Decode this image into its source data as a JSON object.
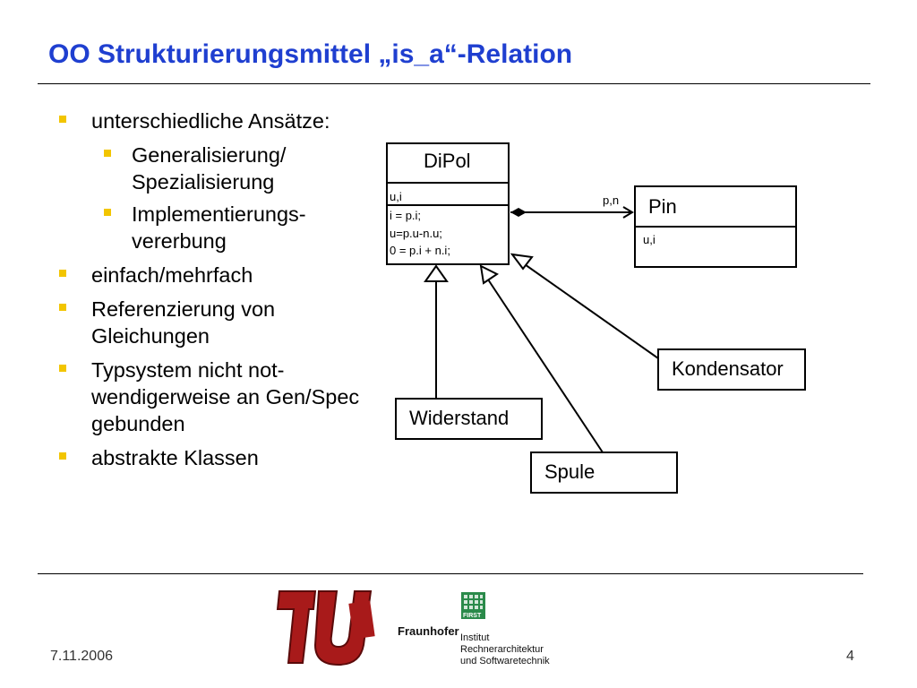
{
  "slide": {
    "title": "OO Strukturierungsmittel „is_a“-Relation",
    "bullets": {
      "b1": "unterschiedliche Ansätze:",
      "b1_sub1": "Generalisierung/ Spezialisierung",
      "b1_sub2": "Implementierungs-vererbung",
      "b2": "einfach/mehrfach",
      "b3": "Referenzierung von Gleichungen",
      "b4": "Typsystem nicht not-wendigerweise an Gen/Spec gebunden",
      "b5": "abstrakte Klassen"
    }
  },
  "diagram": {
    "dipol": {
      "name": "DiPol",
      "attributes": "u,i",
      "equations": [
        "i = p.i;",
        "u=p.u-n.u;",
        "0 = p.i + n.i;"
      ]
    },
    "pin": {
      "name": "Pin",
      "attributes": "u,i"
    },
    "association_label": "p,n",
    "subclasses": {
      "widerstand": "Widerstand",
      "spule": "Spule",
      "kondensator": "Kondensator"
    }
  },
  "footer": {
    "date": "7.11.2006",
    "page": "4",
    "fraunhofer": "Fraunhofer",
    "first": "FIRST",
    "institute_lines": [
      "Institut",
      "Rechnerarchitektur",
      "und Softwaretechnik"
    ]
  },
  "colors": {
    "title": "#1f3fd0",
    "bullet": "#f2c500",
    "logo_red": "#a81a1a",
    "logo_green": "#2a8a4a"
  }
}
